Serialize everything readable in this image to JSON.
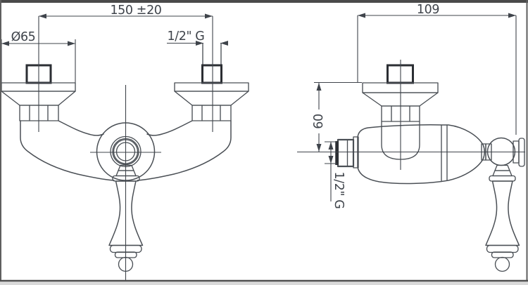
{
  "drawing_type": "technical-drawing",
  "front_view": {
    "center_distance_label": "150 ±20",
    "escutcheon_diameter_label": "Ø65",
    "inlet_thread_label": "1/2\" G"
  },
  "side_view": {
    "depth_label": "109",
    "outlet_offset_label": "60",
    "outlet_thread_label": "1/2\" G"
  },
  "colors": {
    "line": "#4a4f55",
    "thick_line": "#2b2e33",
    "dim": "#3f444b",
    "frame": "#4a4a4a"
  }
}
